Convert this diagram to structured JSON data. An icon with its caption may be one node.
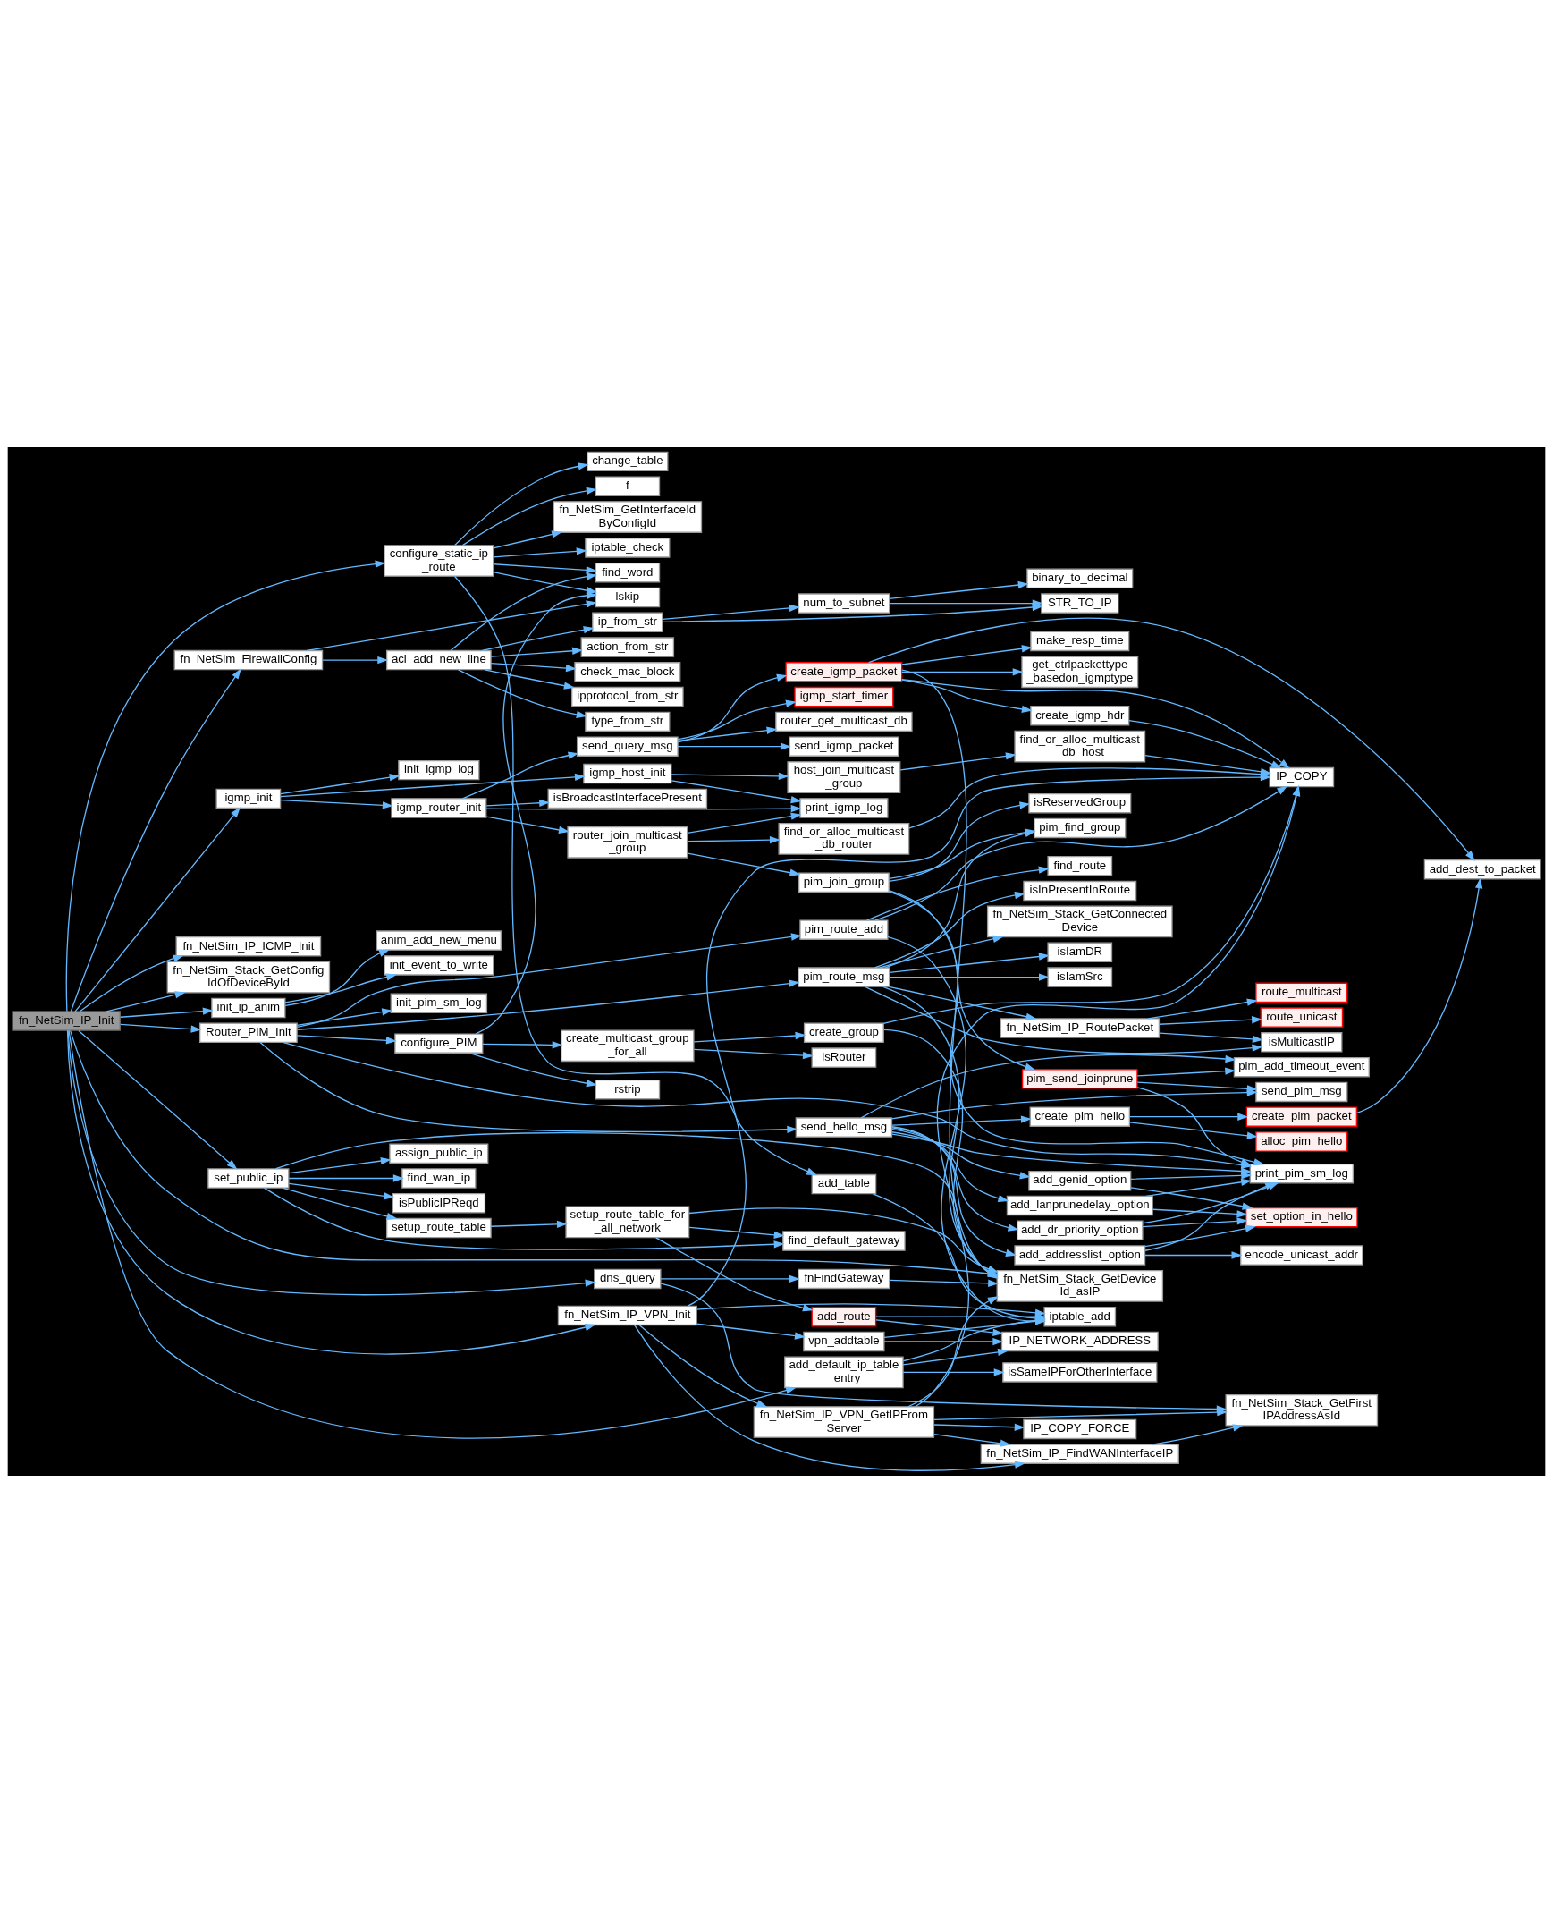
{
  "diagram": {
    "nodes": [
      {
        "text": [
          "fn_NetSim_IP_Init"
        ]
      },
      {
        "text": [
          "configure_static_ip _route"
        ]
      },
      {
        "text": [
          "fn_NetSim_FirewallConfig"
        ]
      },
      {
        "text": [
          "igmp_init"
        ]
      },
      {
        "text": [
          "fn_NetSim_IP_ICMP_Init"
        ]
      },
      {
        "text": [
          "fn_NetSim_Stack_GetConfig IdOfDeviceById"
        ]
      },
      {
        "text": [
          "init_ip_anim"
        ]
      },
      {
        "text": [
          "Router_PIM_Init"
        ]
      },
      {
        "text": [
          "set_public_ip"
        ]
      },
      {
        "text": [
          "change_table"
        ]
      },
      {
        "text": [
          "f"
        ]
      },
      {
        "text": [
          "fn_NetSim_GetInterfaceId ByConfigId"
        ]
      },
      {
        "text": [
          "iptable_check"
        ]
      },
      {
        "text": [
          "find_word"
        ]
      },
      {
        "text": [
          "fn_NetSim_IP_VPN_Init"
        ]
      },
      {
        "text": [
          "lskip"
        ]
      },
      {
        "text": [
          "acl_add_new_line"
        ]
      },
      {
        "text": [
          "ip_from_str"
        ]
      },
      {
        "text": [
          "action_from_str"
        ]
      },
      {
        "text": [
          "check_mac_block"
        ]
      },
      {
        "text": [
          "ipprotocol_from_str"
        ]
      },
      {
        "text": [
          "type_from_str"
        ]
      },
      {
        "text": [
          "igmp_host_init"
        ]
      },
      {
        "text": [
          "igmp_router_init"
        ]
      },
      {
        "text": [
          "init_igmp_log"
        ]
      },
      {
        "text": [
          "router_join_multicast _group"
        ]
      },
      {
        "text": [
          "isBroadcastInterfacePresent"
        ]
      },
      {
        "text": [
          "dns_query"
        ]
      },
      {
        "text": [
          "anim_add_new_menu"
        ]
      },
      {
        "text": [
          "init_event_to_write"
        ]
      },
      {
        "text": [
          "send_query_msg"
        ]
      },
      {
        "text": [
          "configure_PIM"
        ]
      },
      {
        "text": [
          "init_pim_sm_log"
        ]
      },
      {
        "text": [
          "create_multicast_group _for_all"
        ]
      },
      {
        "text": [
          "rstrip"
        ]
      },
      {
        "text": [
          "setup_route_table_for _all_network"
        ]
      },
      {
        "text": [
          "setup_route_table"
        ]
      },
      {
        "text": [
          "assign_public_ip"
        ]
      },
      {
        "text": [
          "find_wan_ip"
        ]
      },
      {
        "text": [
          "isPublicIPReqd"
        ]
      },
      {
        "text": [
          "add_default_ip_table _entry"
        ]
      },
      {
        "text": [
          "vpn_addtable"
        ]
      },
      {
        "text": [
          "add_table"
        ]
      },
      {
        "text": [
          "add_route"
        ]
      },
      {
        "text": [
          "fn_NetSim_IP_VPN_GetIPFrom Server"
        ]
      },
      {
        "text": [
          "num_to_subnet"
        ]
      },
      {
        "text": [
          "host_join_multicast _group"
        ]
      },
      {
        "text": [
          "print_igmp_log"
        ]
      },
      {
        "text": [
          "find_or_alloc_multicast _db_router"
        ]
      },
      {
        "text": [
          "pim_route_add"
        ]
      },
      {
        "text": [
          "create_igmp_packet"
        ]
      },
      {
        "text": [
          "fnFindGateway"
        ]
      },
      {
        "text": [
          "igmp_start_timer"
        ]
      },
      {
        "text": [
          "router_get_multicast_db"
        ]
      },
      {
        "text": [
          "send_igmp_packet"
        ]
      },
      {
        "text": [
          "create_group"
        ]
      },
      {
        "text": [
          "isRouter"
        ]
      },
      {
        "text": [
          "pim_route_msg"
        ]
      },
      {
        "text": [
          "pim_join_group"
        ]
      },
      {
        "text": [
          "find_default_gateway"
        ]
      },
      {
        "text": [
          "send_hello_msg"
        ]
      },
      {
        "text": [
          "isSameIPForOtherInterface"
        ]
      },
      {
        "text": [
          "IP_NETWORK_ADDRESS"
        ]
      },
      {
        "text": [
          "iptable_add"
        ]
      },
      {
        "text": [
          "fn_NetSim_IP_FindWANInterfaceIP"
        ]
      },
      {
        "text": [
          "IP_COPY_FORCE"
        ]
      },
      {
        "text": [
          "STR_TO_IP"
        ]
      },
      {
        "text": [
          "binary_to_decimal"
        ]
      },
      {
        "text": [
          "find_or_alloc_multicast _db_host"
        ]
      },
      {
        "text": [
          "find_route"
        ]
      },
      {
        "text": [
          "create_igmp_hdr"
        ]
      },
      {
        "text": [
          "make_resp_time"
        ]
      },
      {
        "text": [
          "get_ctrlpackettype _basedon_igmptype"
        ]
      },
      {
        "text": [
          "fn_NetSim_Stack_GetDevice Id_asIP"
        ]
      },
      {
        "text": [
          "fn_NetSim_IP_RoutePacket"
        ]
      },
      {
        "text": [
          "fn_NetSim_Stack_GetConnected Device"
        ]
      },
      {
        "text": [
          "isIamDR"
        ]
      },
      {
        "text": [
          "isIamSrc"
        ]
      },
      {
        "text": [
          "isInPresentInRoute"
        ]
      },
      {
        "text": [
          "pim_find_group"
        ]
      },
      {
        "text": [
          "isReservedGroup"
        ]
      },
      {
        "text": [
          "pim_send_joinprune"
        ]
      },
      {
        "text": [
          "create_pim_hello"
        ]
      },
      {
        "text": [
          "add_lanprunedelay_option"
        ]
      },
      {
        "text": [
          "add_dr_priority_option"
        ]
      },
      {
        "text": [
          "add_genid_option"
        ]
      },
      {
        "text": [
          "add_addresslist_option"
        ]
      },
      {
        "text": [
          "fn_NetSim_Stack_GetFirst IPAddressAsId"
        ]
      },
      {
        "text": [
          "IP_COPY"
        ]
      },
      {
        "text": [
          "route_unicast"
        ]
      },
      {
        "text": [
          "route_multicast"
        ]
      },
      {
        "text": [
          "isMulticastIP"
        ]
      },
      {
        "text": [
          "pim_add_timeout_event"
        ]
      },
      {
        "text": [
          "send_pim_msg"
        ]
      },
      {
        "text": [
          "create_pim_packet"
        ]
      },
      {
        "text": [
          "alloc_pim_hello"
        ]
      },
      {
        "text": [
          "print_pim_sm_log"
        ]
      },
      {
        "text": [
          "set_option_in_hello"
        ]
      },
      {
        "text": [
          "encode_unicast_addr"
        ]
      },
      {
        "text": [
          "add_dest_to_packet"
        ]
      }
    ],
    "edges": [
      {
        "from": 0,
        "to": 40,
        "arrow": "to"
      },
      {
        "from": 0,
        "to": 1,
        "arrow": "to"
      },
      {
        "from": 0,
        "to": 14,
        "arrow": "to"
      },
      {
        "from": 0,
        "to": 2,
        "arrow": "to"
      },
      {
        "from": 0,
        "to": 3,
        "arrow": "to"
      },
      {
        "from": 0,
        "to": 4,
        "arrow": "to"
      },
      {
        "from": 0,
        "to": 27,
        "arrow": "to"
      },
      {
        "from": 0,
        "to": 5,
        "arrow": "to"
      },
      {
        "from": 0,
        "to": 6,
        "arrow": "to"
      },
      {
        "from": 0,
        "to": 73,
        "arrow": "to"
      },
      {
        "from": 0,
        "to": 7,
        "arrow": "to"
      },
      {
        "from": 0,
        "to": 8,
        "arrow": "to"
      },
      {
        "from": 1,
        "to": 9,
        "arrow": "to"
      },
      {
        "from": 1,
        "to": 10,
        "arrow": "to"
      },
      {
        "from": 1,
        "to": 11,
        "arrow": "to"
      },
      {
        "from": 1,
        "to": 12,
        "arrow": "to"
      },
      {
        "from": 1,
        "to": 13,
        "arrow": "to"
      },
      {
        "from": 1,
        "to": 15,
        "arrow": "to"
      },
      {
        "from": 1,
        "to": 42,
        "arrow": "to"
      },
      {
        "from": 2,
        "to": 16,
        "arrow": "to"
      },
      {
        "from": 2,
        "to": 15,
        "arrow": "to"
      },
      {
        "from": 3,
        "to": 22,
        "arrow": "to"
      },
      {
        "from": 3,
        "to": 23,
        "arrow": "to"
      },
      {
        "from": 3,
        "to": 24,
        "arrow": "to"
      },
      {
        "from": 6,
        "to": 28,
        "arrow": "to"
      },
      {
        "from": 6,
        "to": 29,
        "arrow": "to"
      },
      {
        "from": 7,
        "to": 31,
        "arrow": "to"
      },
      {
        "from": 7,
        "to": 32,
        "arrow": "to"
      },
      {
        "from": 7,
        "to": 49,
        "arrow": "to"
      },
      {
        "from": 7,
        "to": 57,
        "arrow": "to"
      },
      {
        "from": 7,
        "to": 60,
        "arrow": "to"
      },
      {
        "from": 7,
        "to": 96,
        "arrow": "to"
      },
      {
        "from": 8,
        "to": 36,
        "arrow": "to"
      },
      {
        "from": 8,
        "to": 59,
        "arrow": "to"
      },
      {
        "from": 8,
        "to": 37,
        "arrow": "to"
      },
      {
        "from": 8,
        "to": 38,
        "arrow": "to"
      },
      {
        "from": 8,
        "to": 39,
        "arrow": "to"
      },
      {
        "from": 8,
        "to": 73,
        "arrow": "to"
      },
      {
        "from": 14,
        "to": 41,
        "arrow": "to"
      },
      {
        "from": 14,
        "to": 63,
        "arrow": "to"
      },
      {
        "from": 14,
        "to": 64,
        "arrow": "to"
      },
      {
        "from": 14,
        "to": 44,
        "arrow": "to"
      },
      {
        "from": 14,
        "to": 88,
        "arrow": "to"
      },
      {
        "from": 16,
        "to": 13,
        "arrow": "to"
      },
      {
        "from": 16,
        "to": 17,
        "arrow": "to"
      },
      {
        "from": 16,
        "to": 18,
        "arrow": "to"
      },
      {
        "from": 16,
        "to": 19,
        "arrow": "to"
      },
      {
        "from": 16,
        "to": 20,
        "arrow": "to"
      },
      {
        "from": 16,
        "to": 21,
        "arrow": "to"
      },
      {
        "from": 17,
        "to": 66,
        "arrow": "to"
      },
      {
        "from": 17,
        "to": 45,
        "arrow": "to"
      },
      {
        "from": 22,
        "to": 46,
        "arrow": "to"
      },
      {
        "from": 22,
        "to": 47,
        "arrow": "to"
      },
      {
        "from": 23,
        "to": 25,
        "arrow": "to"
      },
      {
        "from": 23,
        "to": 26,
        "arrow": "to"
      },
      {
        "from": 23,
        "to": 30,
        "arrow": "to"
      },
      {
        "from": 23,
        "to": 47,
        "arrow": "to"
      },
      {
        "from": 25,
        "to": 48,
        "arrow": "to"
      },
      {
        "from": 25,
        "to": 47,
        "arrow": "to"
      },
      {
        "from": 25,
        "to": 58,
        "arrow": "to"
      },
      {
        "from": 27,
        "to": 87,
        "arrow": "to"
      },
      {
        "from": 27,
        "to": 51,
        "arrow": "to"
      },
      {
        "from": 30,
        "to": 50,
        "arrow": "to"
      },
      {
        "from": 30,
        "to": 52,
        "arrow": "to"
      },
      {
        "from": 30,
        "to": 53,
        "arrow": "to"
      },
      {
        "from": 30,
        "to": 54,
        "arrow": "to"
      },
      {
        "from": 31,
        "to": 33,
        "arrow": "to"
      },
      {
        "from": 31,
        "to": 34,
        "arrow": "to"
      },
      {
        "from": 31,
        "to": 15,
        "arrow": "to"
      },
      {
        "from": 33,
        "to": 55,
        "arrow": "to"
      },
      {
        "from": 33,
        "to": 56,
        "arrow": "to"
      },
      {
        "from": 35,
        "to": 43,
        "arrow": "to"
      },
      {
        "from": 35,
        "to": 73,
        "arrow": "to"
      },
      {
        "from": 35,
        "to": 59,
        "arrow": "to"
      },
      {
        "from": 36,
        "to": 35,
        "arrow": "to"
      },
      {
        "from": 40,
        "to": 61,
        "arrow": "to"
      },
      {
        "from": 40,
        "to": 62,
        "arrow": "to"
      },
      {
        "from": 40,
        "to": 63,
        "arrow": "to"
      },
      {
        "from": 41,
        "to": 62,
        "arrow": "to"
      },
      {
        "from": 41,
        "to": 63,
        "arrow": "to"
      },
      {
        "from": 42,
        "to": 63,
        "arrow": "to"
      },
      {
        "from": 43,
        "to": 62,
        "arrow": "to"
      },
      {
        "from": 43,
        "to": 63,
        "arrow": "to"
      },
      {
        "from": 44,
        "to": 64,
        "arrow": "to"
      },
      {
        "from": 44,
        "to": 87,
        "arrow": "to"
      },
      {
        "from": 44,
        "to": 65,
        "arrow": "to"
      },
      {
        "from": 44,
        "to": 88,
        "arrow": "to"
      },
      {
        "from": 44,
        "to": 73,
        "arrow": "to"
      },
      {
        "from": 45,
        "to": 66,
        "arrow": "to"
      },
      {
        "from": 45,
        "to": 67,
        "arrow": "to"
      },
      {
        "from": 46,
        "to": 68,
        "arrow": "to"
      },
      {
        "from": 48,
        "to": 88,
        "arrow": "to"
      },
      {
        "from": 49,
        "to": 88,
        "arrow": "to"
      },
      {
        "from": 49,
        "to": 69,
        "arrow": "to"
      },
      {
        "from": 49,
        "to": 63,
        "arrow": "to"
      },
      {
        "from": 50,
        "to": 88,
        "arrow": "to"
      },
      {
        "from": 50,
        "to": 70,
        "arrow": "to"
      },
      {
        "from": 50,
        "to": 71,
        "arrow": "to"
      },
      {
        "from": 50,
        "to": 72,
        "arrow": "to"
      },
      {
        "from": 50,
        "to": 73,
        "arrow": "to"
      },
      {
        "from": 50,
        "to": 99,
        "arrow": "to"
      },
      {
        "from": 51,
        "to": 73,
        "arrow": "to"
      },
      {
        "from": 55,
        "to": 73,
        "arrow": "to"
      },
      {
        "from": 55,
        "to": 88,
        "arrow": "to"
      },
      {
        "from": 57,
        "to": 73,
        "arrow": "to"
      },
      {
        "from": 57,
        "to": 74,
        "arrow": "to"
      },
      {
        "from": 57,
        "to": 91,
        "arrow": "to"
      },
      {
        "from": 57,
        "to": 75,
        "arrow": "to"
      },
      {
        "from": 57,
        "to": 76,
        "arrow": "to"
      },
      {
        "from": 57,
        "to": 77,
        "arrow": "to"
      },
      {
        "from": 57,
        "to": 78,
        "arrow": "to"
      },
      {
        "from": 57,
        "to": 79,
        "arrow": "to"
      },
      {
        "from": 58,
        "to": 79,
        "arrow": "to"
      },
      {
        "from": 58,
        "to": 80,
        "arrow": "to"
      },
      {
        "from": 58,
        "to": 81,
        "arrow": "to"
      },
      {
        "from": 58,
        "to": 96,
        "arrow": "to"
      },
      {
        "from": 60,
        "to": 82,
        "arrow": "to"
      },
      {
        "from": 60,
        "to": 83,
        "arrow": "to"
      },
      {
        "from": 60,
        "to": 84,
        "arrow": "to"
      },
      {
        "from": 60,
        "to": 85,
        "arrow": "to"
      },
      {
        "from": 60,
        "to": 86,
        "arrow": "to"
      },
      {
        "from": 60,
        "to": 96,
        "arrow": "to"
      },
      {
        "from": 60,
        "to": 92,
        "arrow": "to"
      },
      {
        "from": 60,
        "to": 93,
        "arrow": "to"
      },
      {
        "from": 64,
        "to": 87,
        "arrow": "to"
      },
      {
        "from": 68,
        "to": 88,
        "arrow": "to"
      },
      {
        "from": 70,
        "to": 88,
        "arrow": "to"
      },
      {
        "from": 74,
        "to": 89,
        "arrow": "to"
      },
      {
        "from": 74,
        "to": 90,
        "arrow": "to"
      },
      {
        "from": 74,
        "to": 91,
        "arrow": "to"
      },
      {
        "from": 81,
        "to": 92,
        "arrow": "to"
      },
      {
        "from": 81,
        "to": 93,
        "arrow": "to"
      },
      {
        "from": 81,
        "to": 96,
        "arrow": "to"
      },
      {
        "from": 82,
        "to": 94,
        "arrow": "to"
      },
      {
        "from": 82,
        "to": 95,
        "arrow": "to"
      },
      {
        "from": 83,
        "to": 96,
        "arrow": "to"
      },
      {
        "from": 83,
        "to": 97,
        "arrow": "to"
      },
      {
        "from": 84,
        "to": 96,
        "arrow": "to"
      },
      {
        "from": 84,
        "to": 97,
        "arrow": "to"
      },
      {
        "from": 85,
        "to": 96,
        "arrow": "to"
      },
      {
        "from": 85,
        "to": 97,
        "arrow": "to"
      },
      {
        "from": 86,
        "to": 96,
        "arrow": "to"
      },
      {
        "from": 86,
        "to": 97,
        "arrow": "to"
      },
      {
        "from": 86,
        "to": 98,
        "arrow": "to"
      },
      {
        "from": 94,
        "to": 99,
        "arrow": "to"
      }
    ]
  }
}
